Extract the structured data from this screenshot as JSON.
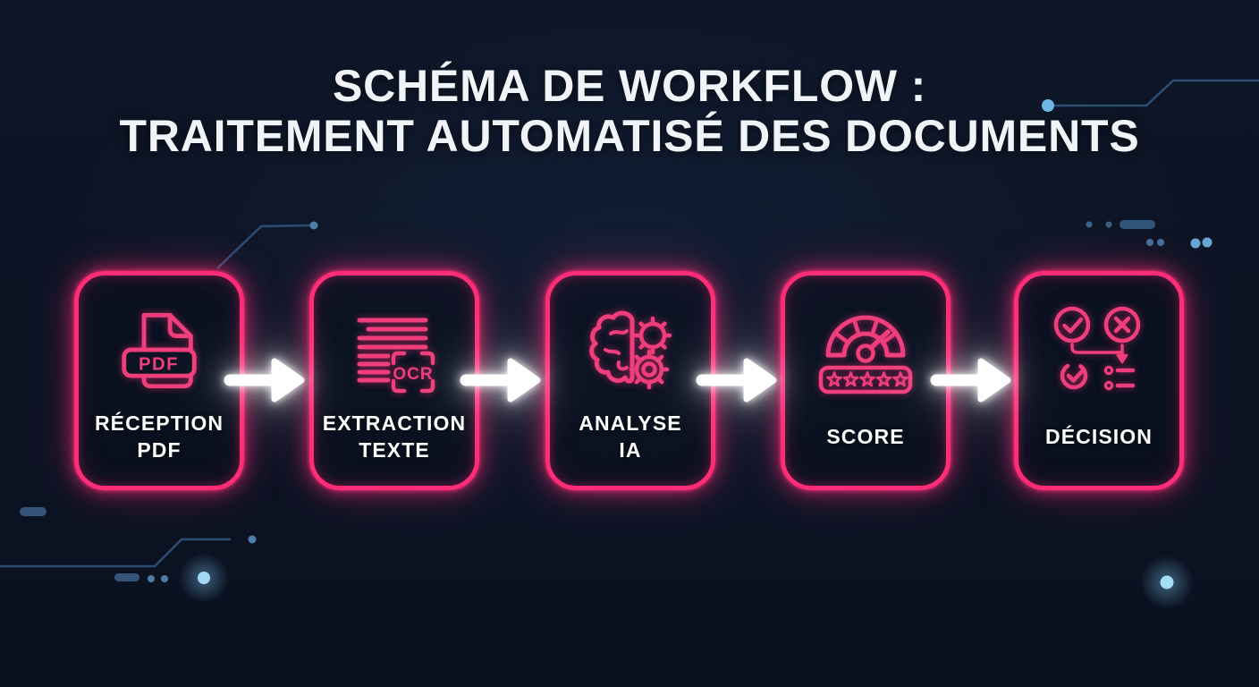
{
  "title": {
    "line1": "SCHÉMA DE WORKFLOW :",
    "line2": "TRAITEMENT AUTOMATISÉ DES DOCUMENTS"
  },
  "workflow": {
    "steps": [
      {
        "label_lines": [
          "RÉCEPTION",
          "PDF"
        ],
        "icon": "pdf-file-icon",
        "icon_text": "PDF"
      },
      {
        "label_lines": [
          "EXTRACTION",
          "TEXTE"
        ],
        "icon": "ocr-scan-icon",
        "icon_text": "OCR"
      },
      {
        "label_lines": [
          "ANALYSE",
          "IA"
        ],
        "icon": "ai-brain-gears-icon",
        "icon_text": ""
      },
      {
        "label_lines": [
          "SCORE",
          ""
        ],
        "icon": "score-gauge-stars-icon",
        "icon_text": ""
      },
      {
        "label_lines": [
          "DÉCISION",
          ""
        ],
        "icon": "decision-branch-icon",
        "icon_text": ""
      }
    ],
    "connector": "right-arrow"
  },
  "colors": {
    "accent-pink": "#ff2d78",
    "icon-pink": "#ef3e7b",
    "background-navy": "#0c1424",
    "arrow-white": "#ffffff",
    "circuit-blue": "#2e4d72",
    "dot-blue": "#6db6e6"
  }
}
